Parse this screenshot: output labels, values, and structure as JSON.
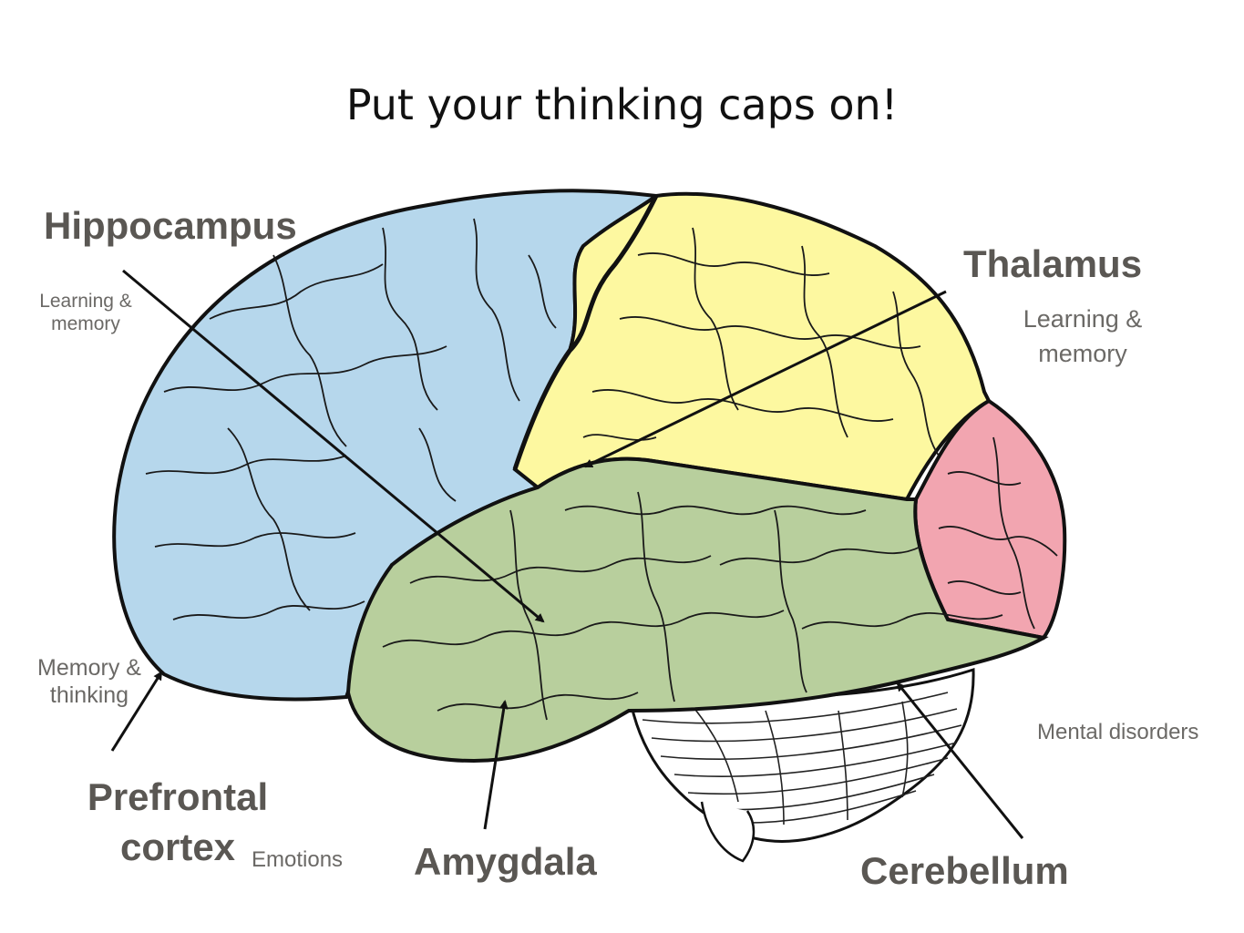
{
  "slide": {
    "title": "Put your thinking caps on!"
  },
  "labels": {
    "hippocampus": {
      "name": "Hippocampus",
      "note_line1": "Learning &",
      "note_line2": "memory"
    },
    "thalamus": {
      "name": "Thalamus",
      "note_line1": "Learning &",
      "note_line2": "memory"
    },
    "prefrontal": {
      "name_line1": "Prefrontal",
      "name_line2": "cortex",
      "note_line1": "Memory &",
      "note_line2": "thinking"
    },
    "amygdala": {
      "name": "Amygdala",
      "note": "Emotions"
    },
    "cerebellum": {
      "name": "Cerebellum",
      "note": "Mental disorders"
    }
  },
  "colors": {
    "frontal_lobe": "#b6d7ec",
    "parietal_lobe": "#fdf8a0",
    "temporal_lobe": "#b8cf9d",
    "occipital_lobe": "#f2a5b0",
    "cerebellum": "#ffffff",
    "outline": "#111111",
    "label_text": "#5a5753",
    "note_text": "#6b6966"
  }
}
